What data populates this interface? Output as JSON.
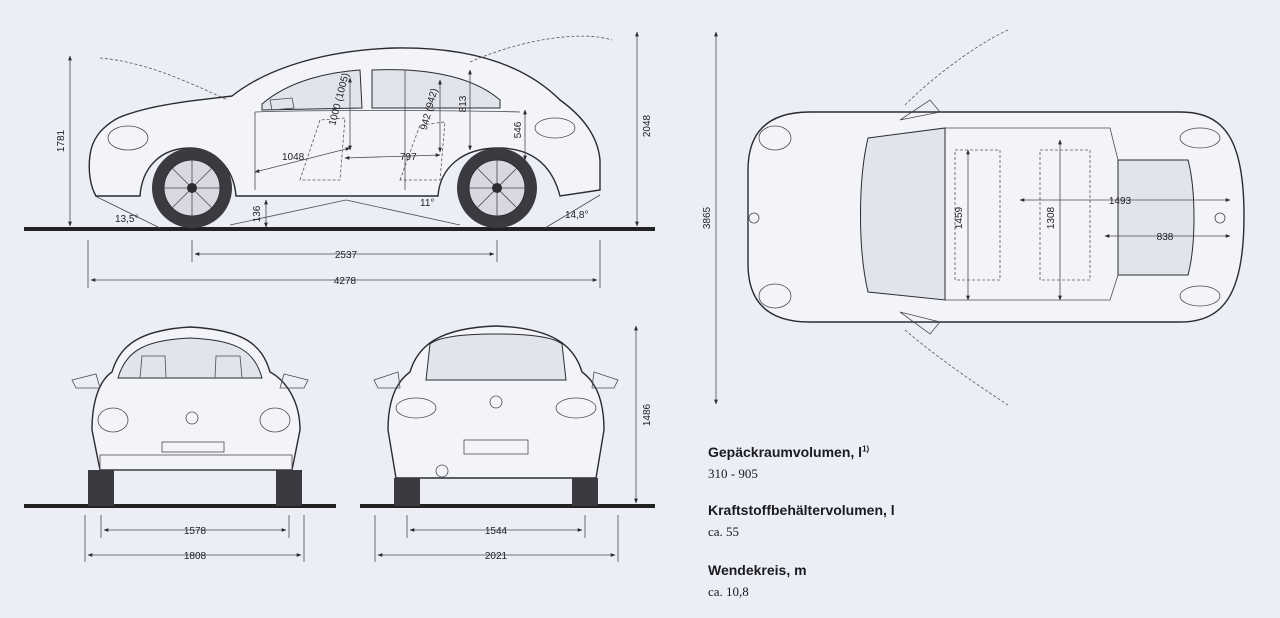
{
  "side_view": {
    "dims": {
      "height": "1781",
      "height_open": "2048",
      "wheelbase": "2537",
      "length": "4278",
      "approach_angle": "13,5°",
      "departure_angle": "14,8°",
      "ramp_angle": "11°",
      "ground_clearance": "136",
      "headroom_front": "1000 (1005)",
      "headroom_rear": "942 (942)",
      "legroom_front": "1048",
      "legroom_rear": "797",
      "trunk_height": "813",
      "sill_height": "546"
    }
  },
  "top_view": {
    "dims": {
      "open_length": "3865",
      "rear_width": "1493",
      "front_width": "1459",
      "mid_width": "1308",
      "trunk_depth": "838"
    }
  },
  "front_view": {
    "dims": {
      "track": "1578",
      "width": "1808"
    }
  },
  "rear_view": {
    "dims": {
      "track": "1544",
      "width_mirrors": "2021",
      "height_open": "1486"
    }
  },
  "specs": [
    {
      "label": "Gepäckraumvolumen, l",
      "note": "1)",
      "value": "310 - 905"
    },
    {
      "label": "Kraftstoffbehältervolumen, l",
      "note": "",
      "value": "ca. 55"
    },
    {
      "label": "Wendekreis, m",
      "note": "",
      "value": "ca. 10,8"
    }
  ],
  "colors": {
    "background": "#eceef6",
    "line": "#2b2b30",
    "ground": "#222222"
  }
}
